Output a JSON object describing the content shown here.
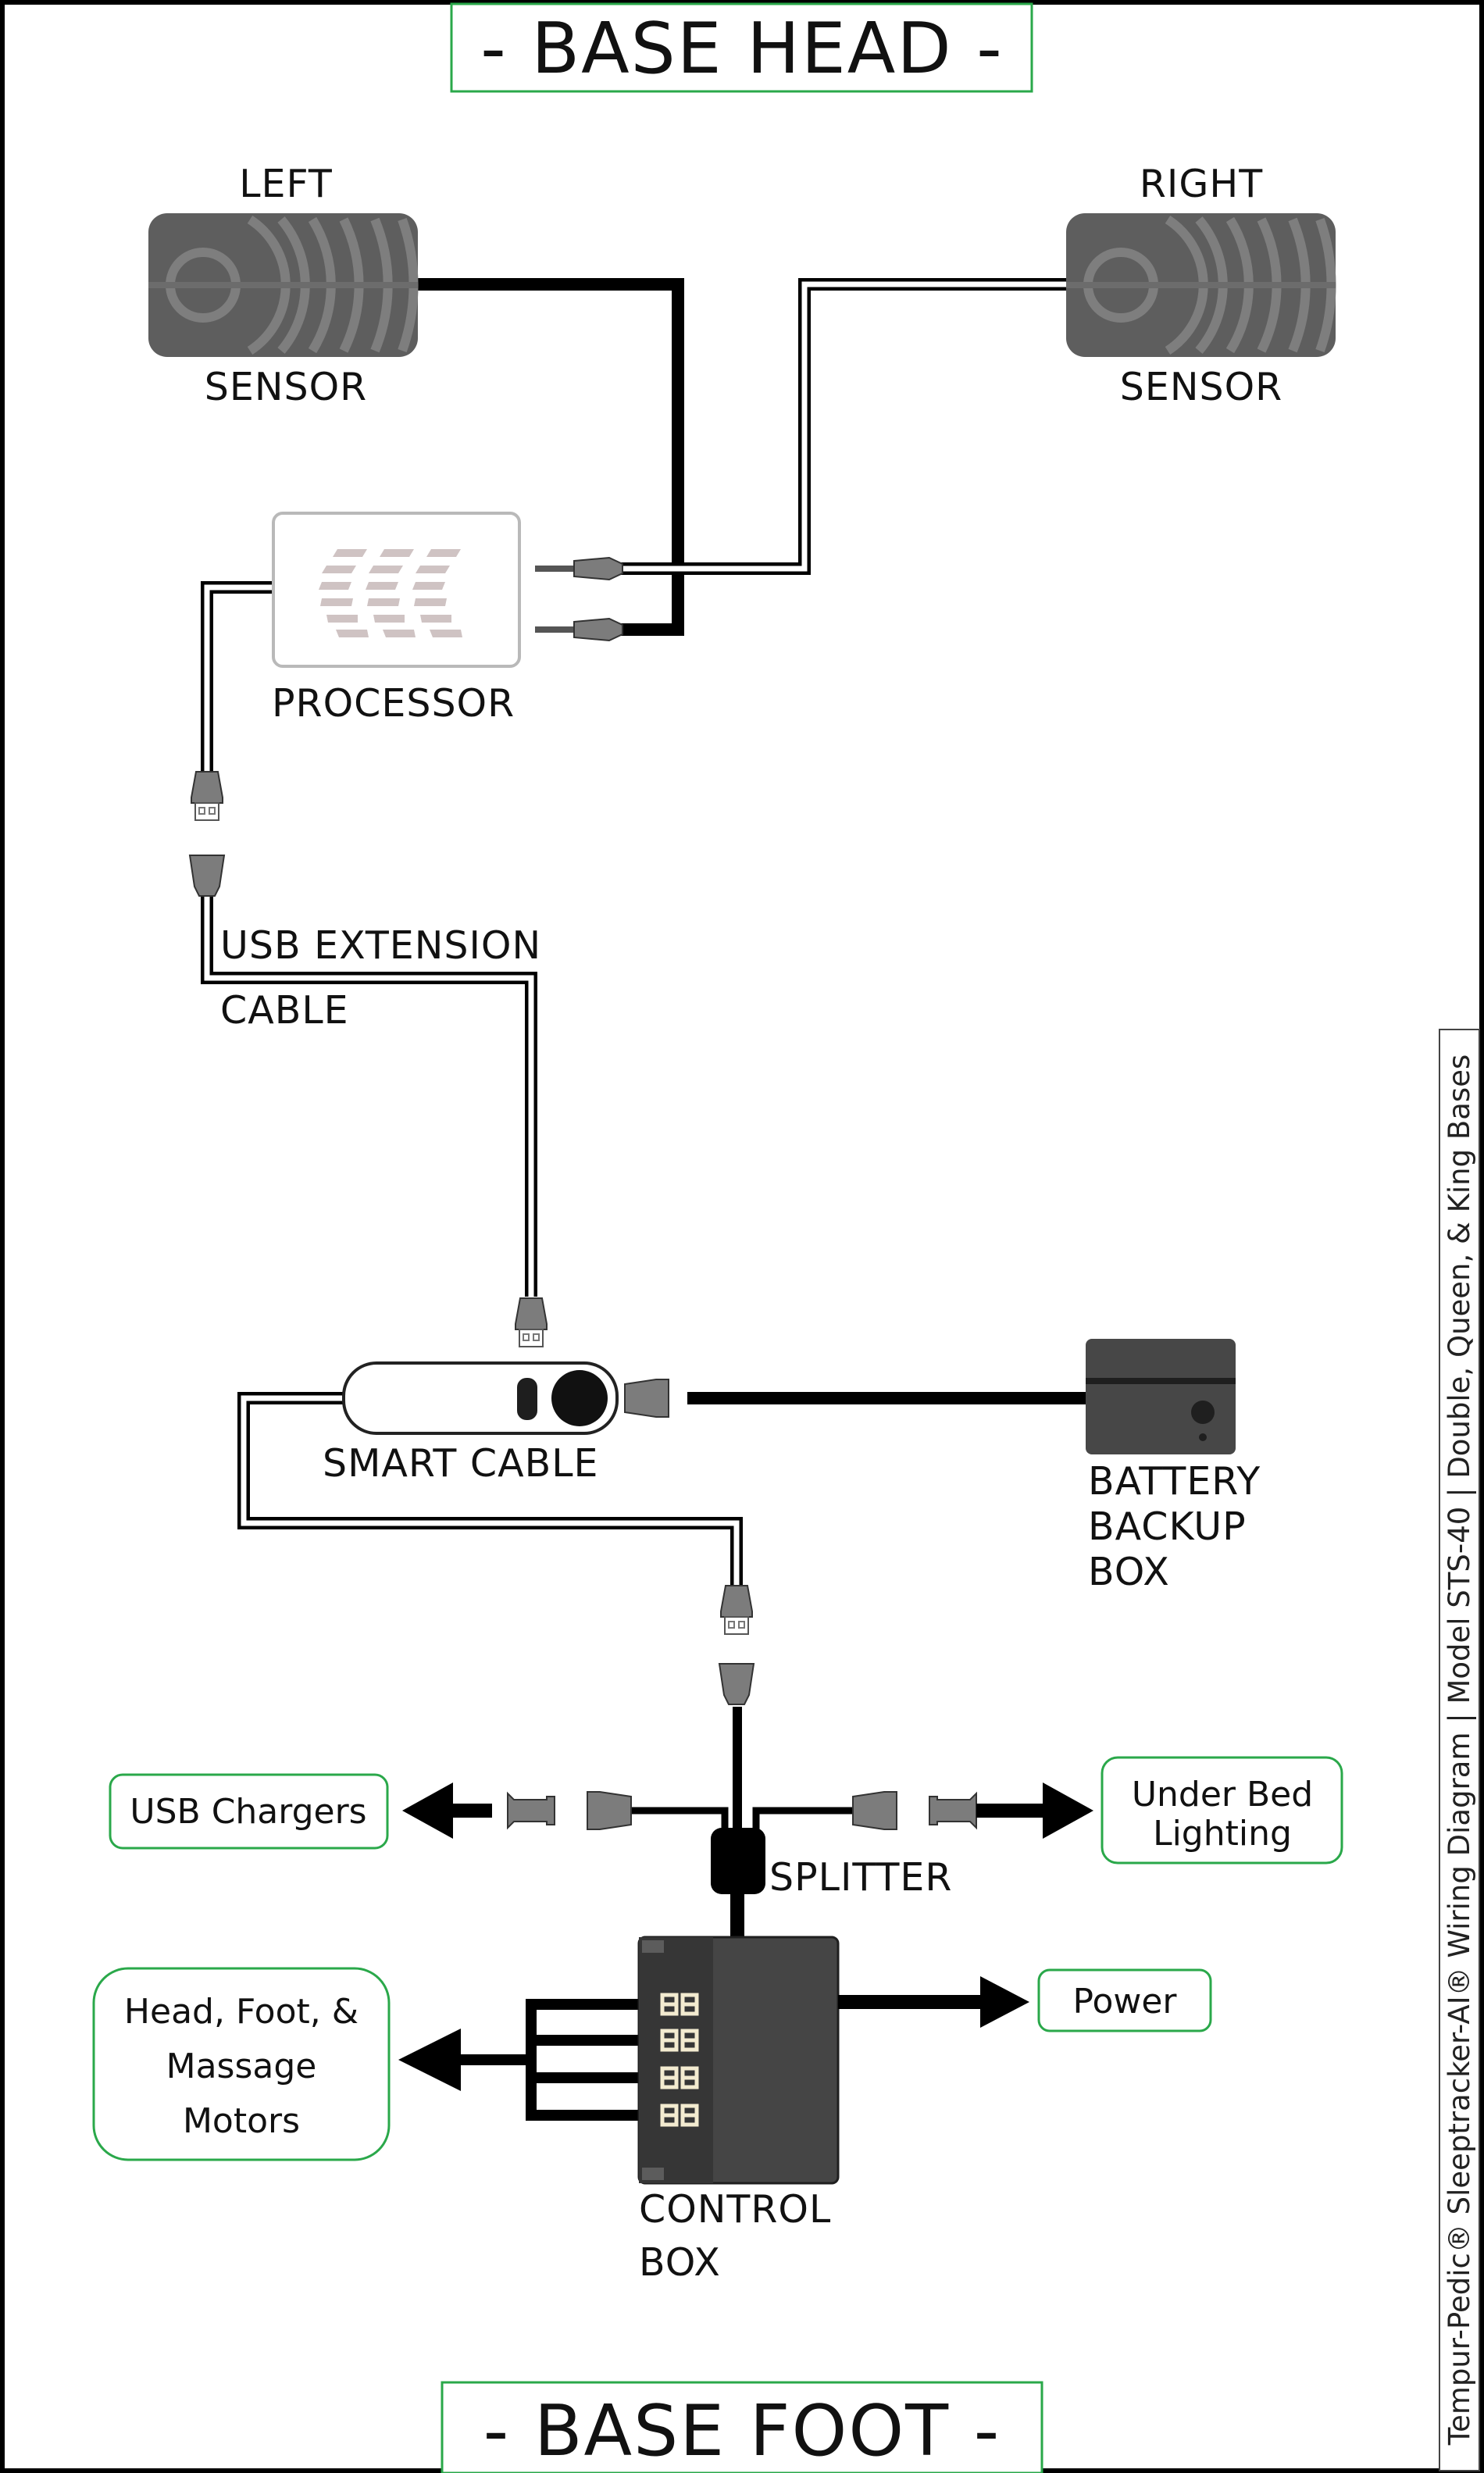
{
  "titles": {
    "head": "- BASE HEAD -",
    "foot": "- BASE FOOT -"
  },
  "sensors": {
    "left_top": "LEFT",
    "left_bottom": "SENSOR",
    "right_top": "RIGHT",
    "right_bottom": "SENSOR"
  },
  "components": {
    "processor": "PROCESSOR",
    "usb_extension_line1": "USB EXTENSION",
    "usb_extension_line2": "CABLE",
    "smart_cable": "SMART CABLE",
    "battery_line1": "BATTERY",
    "battery_line2": "BACKUP",
    "battery_line3": "BOX",
    "splitter": "SPLITTER",
    "control_box_line1": "CONTROL",
    "control_box_line2": "BOX"
  },
  "outputs": {
    "usb_chargers": "USB Chargers",
    "under_bed_line1": "Under Bed",
    "under_bed_line2": "Lighting",
    "power": "Power",
    "motors_line1": "Head, Foot, &",
    "motors_line2": "Massage",
    "motors_line3": "Motors"
  },
  "side_caption": "Tempur-Pedic® Sleeptracker-AI® Wiring Diagram | Model STS-40 | Double, Queen, & King Bases",
  "colors": {
    "frame": "#000000",
    "title_border": "#2aa84a",
    "output_border": "#2aa84a",
    "sensor_fill": "#5e5e5e",
    "device_fill": "#474747",
    "connector_fill": "#7c7c7c",
    "cable": "#000000"
  }
}
